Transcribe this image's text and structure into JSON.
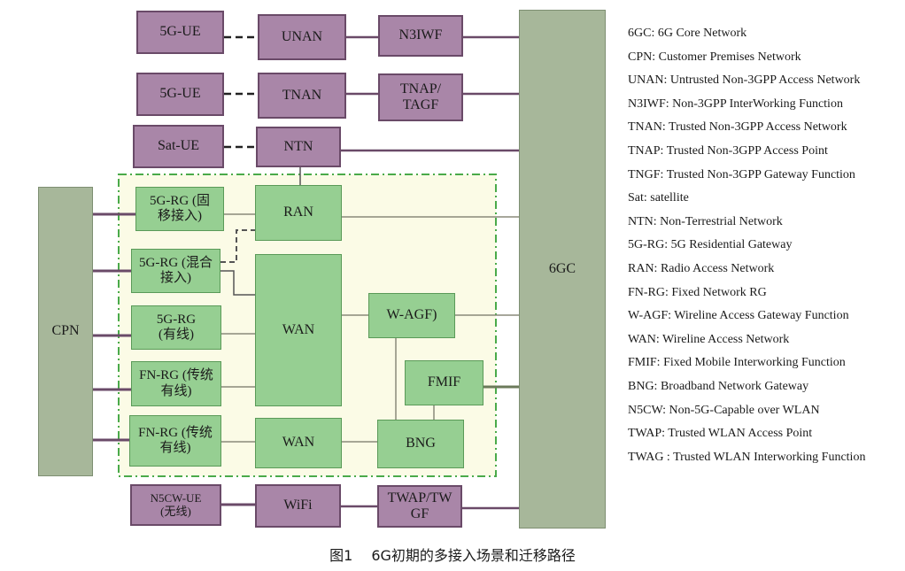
{
  "boxes": {
    "ue1": "5G-UE",
    "unan": "UNAN",
    "n3iwf": "N3IWF",
    "ue2": "5G-UE",
    "tnan": "TNAN",
    "tnap": "TNAP/ TAGF",
    "sat_ue": "Sat-UE",
    "ntn": "NTN",
    "rg_fixed_mobile": "5G-RG (固移接入)",
    "ran": "RAN",
    "rg_hybrid": "5G-RG (混合接入)",
    "wan1": "WAN",
    "rg_wired": "5G-RG (有线)",
    "wagf": "W-AGF)",
    "fnrg1": "FN-RG (传统有线)",
    "fmif": "FMIF",
    "fnrg2": "FN-RG (传统有线)",
    "wan2": "WAN",
    "bng": "BNG",
    "n5cw_ue": "N5CW-UE (无线)",
    "wifi": "WiFi",
    "twap": "TWAP/TW GF",
    "cpn": "CPN",
    "gc6": "6GC"
  },
  "glossary": [
    "6GC: 6G Core Network",
    "CPN: Customer Premises Network",
    "UNAN: Untrusted Non-3GPP Access Network",
    "N3IWF: Non-3GPP InterWorking Function",
    "TNAN: Trusted Non-3GPP Access Network",
    "TNAP: Trusted Non-3GPP Access Point",
    "TNGF: Trusted Non-3GPP Gateway Function",
    "Sat: satellite",
    "NTN: Non-Terrestrial Network",
    "5G-RG: 5G Residential Gateway",
    "RAN: Radio Access Network",
    "FN-RG: Fixed Network RG",
    "W-AGF: Wireline Access Gateway Function",
    "WAN: Wireline Access Network",
    "FMIF:  Fixed Mobile Interworking Function",
    "BNG: Broadband Network Gateway",
    "N5CW: Non-5G-Capable over WLAN",
    "TWAP: Trusted WLAN Access Point",
    "TWAG : Trusted WLAN Interworking Function"
  ],
  "caption": {
    "number": "图1",
    "title": "6G初期的多接入场景和迁移路径"
  },
  "colors": {
    "purple_fill": "#a986a8",
    "purple_border": "#6a4a68",
    "green_fill": "#96cf92",
    "grey_fill": "#a7b79a",
    "dashed_region": "#fbfbe6"
  }
}
